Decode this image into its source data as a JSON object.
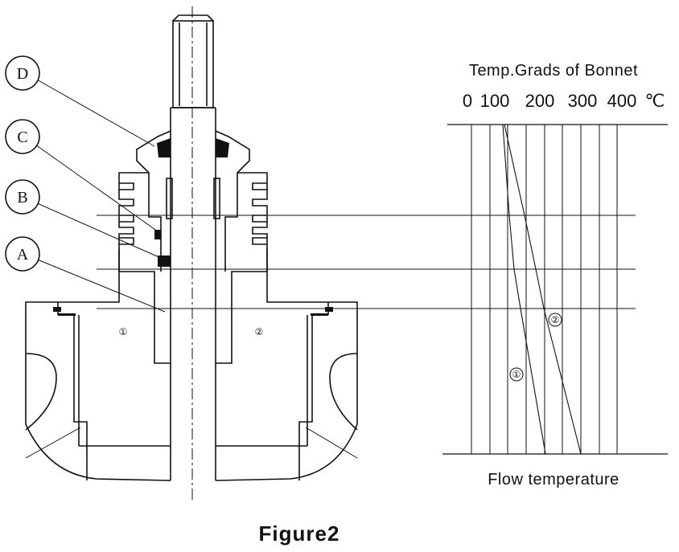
{
  "callouts": [
    {
      "letter": "D"
    },
    {
      "letter": "C"
    },
    {
      "letter": "B"
    },
    {
      "letter": "A"
    }
  ],
  "zones": {
    "zone1": "①",
    "zone2": "②"
  },
  "graph": {
    "title": "Temp.Grads of Bonnet",
    "scale_ticks": [
      "0",
      "100",
      "200",
      "300",
      "400"
    ],
    "scale_unit": "℃",
    "curve1_label": "①",
    "curve2_label": "②",
    "xlabel": "Flow temperature"
  },
  "figure_caption": "Figure2",
  "colors": {
    "ink": "#111111",
    "background": "#ffffff"
  }
}
